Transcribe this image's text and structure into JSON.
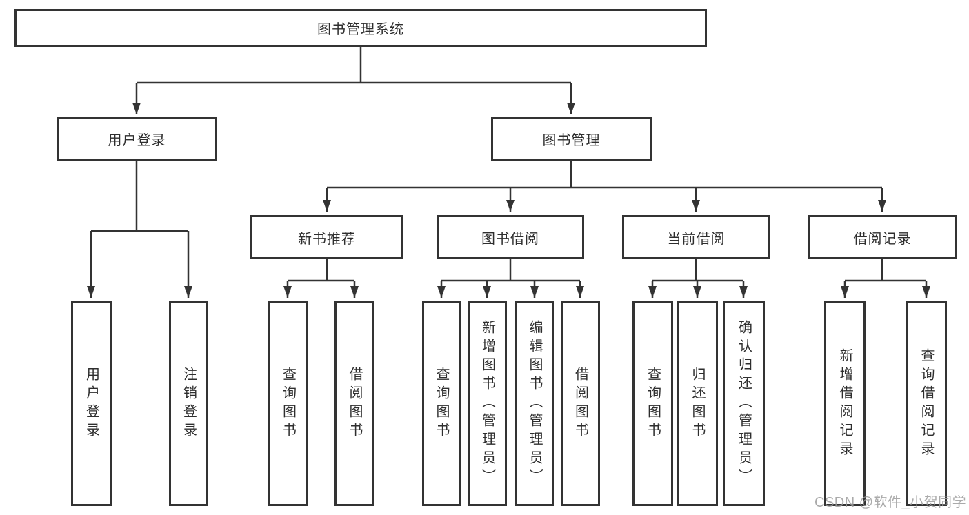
{
  "diagram": {
    "root": {
      "label": "图书管理系统"
    },
    "branches": [
      {
        "label": "用户登录",
        "children": [
          {
            "label": "用户登录"
          },
          {
            "label": "注销登录"
          }
        ]
      },
      {
        "label": "图书管理",
        "children": [
          {
            "label": "新书推荐",
            "children": [
              {
                "label": "查询图书"
              },
              {
                "label": "借阅图书"
              }
            ]
          },
          {
            "label": "图书借阅",
            "children": [
              {
                "label": "查询图书"
              },
              {
                "label": "新增图书（管理员）"
              },
              {
                "label": "编辑图书（管理员）"
              },
              {
                "label": "借阅图书"
              }
            ]
          },
          {
            "label": "当前借阅",
            "children": [
              {
                "label": "查询图书"
              },
              {
                "label": "归还图书"
              },
              {
                "label": "确认归还（管理员）"
              }
            ]
          },
          {
            "label": "借阅记录",
            "children": [
              {
                "label": "新增借阅记录"
              },
              {
                "label": "查询借阅记录"
              }
            ]
          }
        ]
      }
    ]
  },
  "watermark": {
    "text": "CSDN @软件_小贺同学"
  },
  "colors": {
    "line": "#333333",
    "text": "#2e2e2e",
    "watermark": "#9c9c9c",
    "background": "#ffffff"
  }
}
